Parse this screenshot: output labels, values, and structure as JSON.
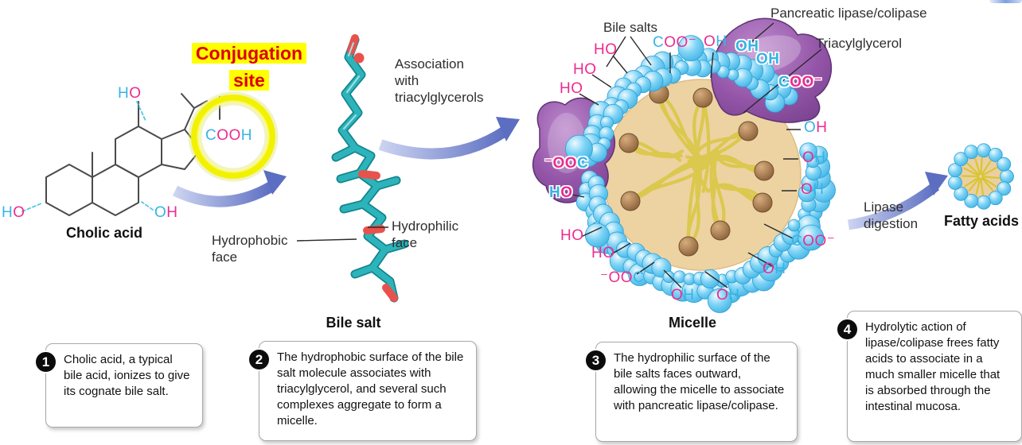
{
  "figure": {
    "annotation_line1": "Conjugation",
    "annotation_line2": "site",
    "cholic_acid_label": "Cholic acid",
    "bile_salt_label": "Bile salt",
    "micelle_label": "Micelle",
    "fatty_acids_label": "Fatty acids",
    "bile_salts_callout": "Bile salts",
    "pancreatic_callout": "Pancreatic lipase/colipase",
    "triacylglycerol_callout": "Triacylglycerol",
    "hydrophobic_line1": "Hydrophobic",
    "hydrophobic_line2": "face",
    "hydrophilic_line1": "Hydrophilic",
    "hydrophilic_line2": "face",
    "assoc_line1": "Association",
    "assoc_line2": "with",
    "assoc_line3": "triacylglycerols",
    "lipase_line1": "Lipase",
    "lipase_line2": "digestion"
  },
  "chem": {
    "cooh": [
      [
        "C",
        "c"
      ],
      [
        "OO",
        "p"
      ],
      [
        "H",
        "c"
      ]
    ],
    "ho_cp": [
      [
        "H",
        "c"
      ],
      [
        "O",
        "p"
      ]
    ],
    "oh_cp": [
      [
        "O",
        "c"
      ],
      [
        "H",
        "p"
      ]
    ],
    "oh_pc": [
      [
        "O",
        "p"
      ],
      [
        "H",
        "c"
      ]
    ],
    "coo_minus": [
      [
        "C",
        "c"
      ],
      [
        "OO",
        "p"
      ],
      [
        "⁻",
        "p"
      ]
    ],
    "oh_cyan": [
      [
        "O",
        "c"
      ],
      [
        "H",
        "c"
      ]
    ],
    "ho_pp": [
      [
        "H",
        "p"
      ],
      [
        "O",
        "p"
      ]
    ],
    "ooc": [
      [
        "⁻OO",
        "p"
      ],
      [
        "C",
        "c"
      ]
    ],
    "ho_outline": [
      [
        "H",
        "c"
      ],
      [
        "O",
        "p"
      ]
    ]
  },
  "steps": [
    {
      "num": "1",
      "text": "Cholic acid, a typical bile acid, ionizes to give its cognate bile salt."
    },
    {
      "num": "2",
      "text": "The hydrophobic surface of the bile salt molecule associates with triacylglycerol, and several such complexes aggregate to form a micelle."
    },
    {
      "num": "3",
      "text": "The hydrophilic surface of the bile salts faces outward, allowing the micelle to associate with pancreatic lipase/colipase."
    },
    {
      "num": "4",
      "text": "Hydrolytic action of lipase/colipase frees fatty acids to associate in a much smaller micelle that is absorbed through the intestinal mucosa."
    }
  ],
  "colors": {
    "pink": "#ee2a90",
    "cyan": "#35b5e5",
    "stick_teal": "#2db4ba",
    "oxygen_red": "#e8524d",
    "bead_blue": "#6cc9f0",
    "lipase_purple": "#9455a8",
    "micelle_tan": "#edd3a2",
    "tail_yellow": "#dbc84e",
    "arrow_blue": "#5c6ec1",
    "highlight_yellow": "#ffff00",
    "annotation_red": "#dd0000"
  }
}
